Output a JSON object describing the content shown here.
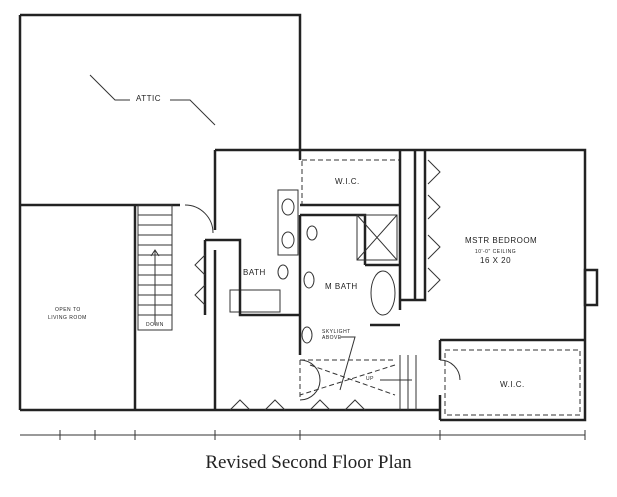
{
  "title": "Revised Second Floor Plan",
  "rooms": {
    "attic": "ATTIC",
    "wic_top": "W.I.C.",
    "master_bedroom": "MSTR BEDROOM",
    "master_ceiling": "10'-0\" CEILING",
    "master_size": "16 X 20",
    "bath": "BATH",
    "master_bath": "M BATH",
    "open_to_living_1": "OPEN TO",
    "open_to_living_2": "LIVING ROOM",
    "down": "DOWN",
    "skylight_1": "SKYLIGHT",
    "skylight_2": "ABOVE",
    "up": "UP",
    "wic_bottom": "W.I.C."
  }
}
